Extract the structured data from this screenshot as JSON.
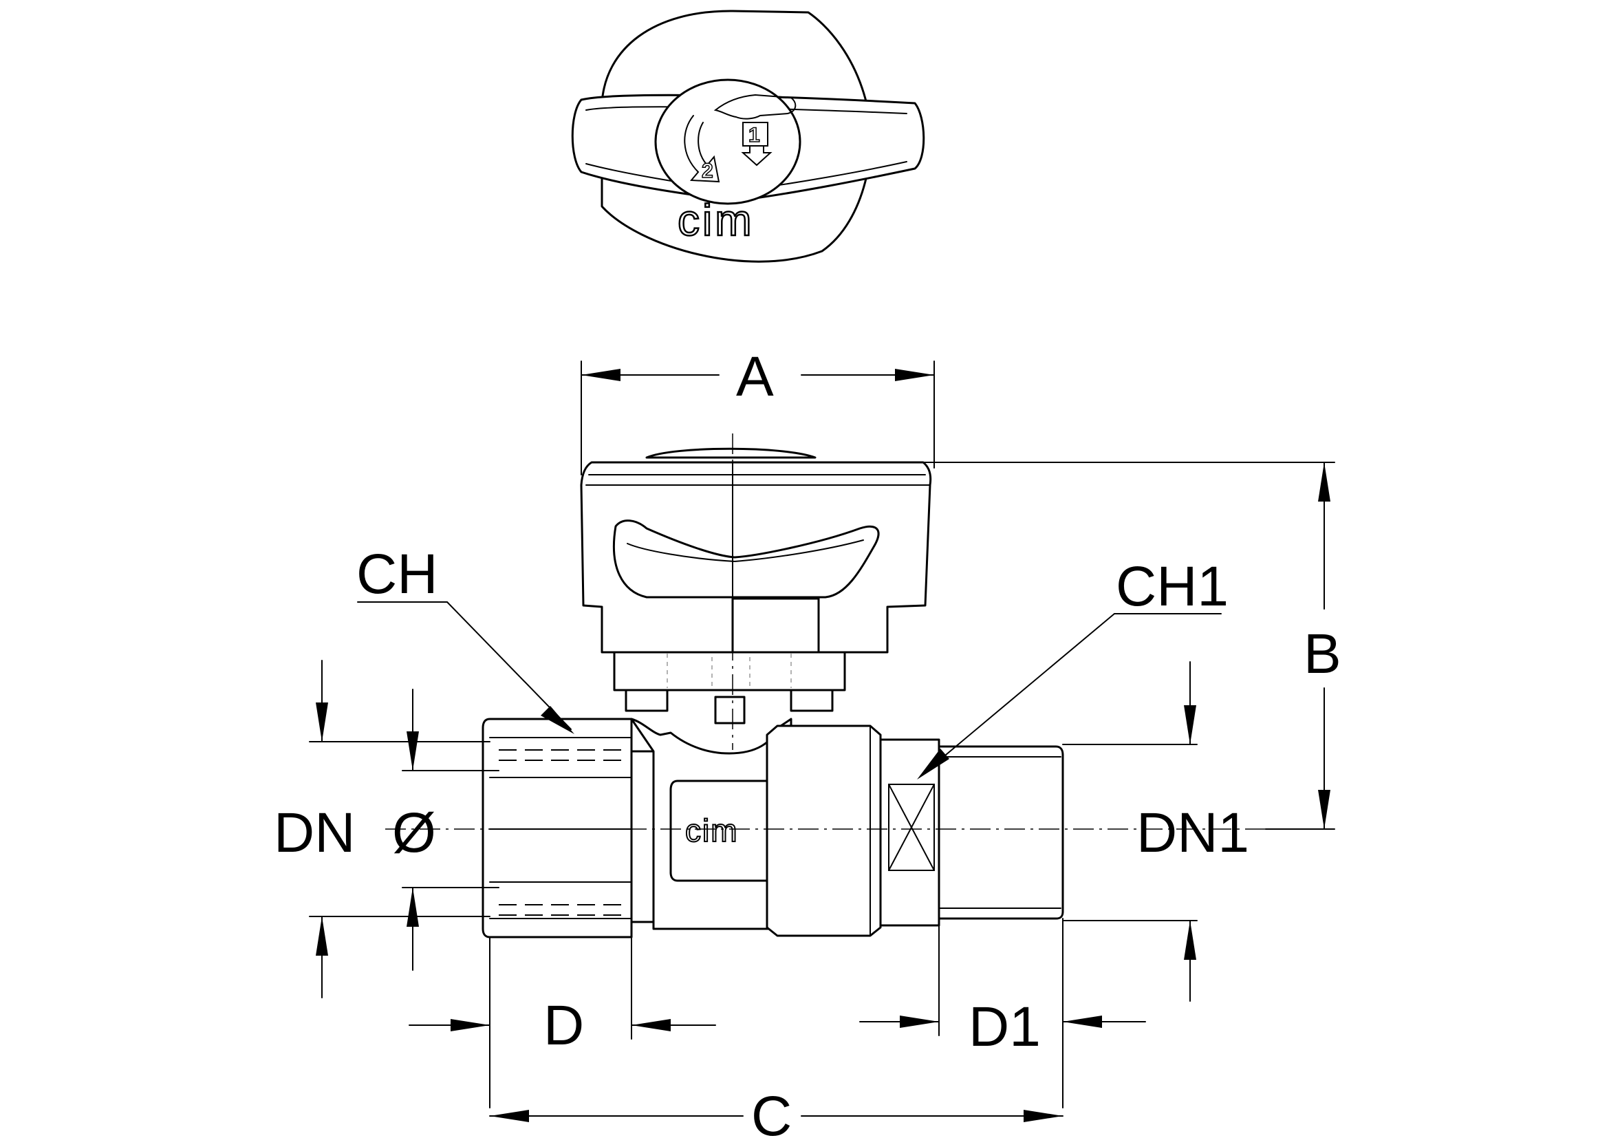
{
  "labels": {
    "A": "A",
    "B": "B",
    "C": "C",
    "D": "D",
    "D1": "D1",
    "CH": "CH",
    "CH1": "CH1",
    "DN": "DN",
    "diameter": "Ø",
    "DN1": "DN1"
  },
  "brand": {
    "top": "cim",
    "body": "cim"
  },
  "steps": {
    "one": "1",
    "two": "2"
  }
}
